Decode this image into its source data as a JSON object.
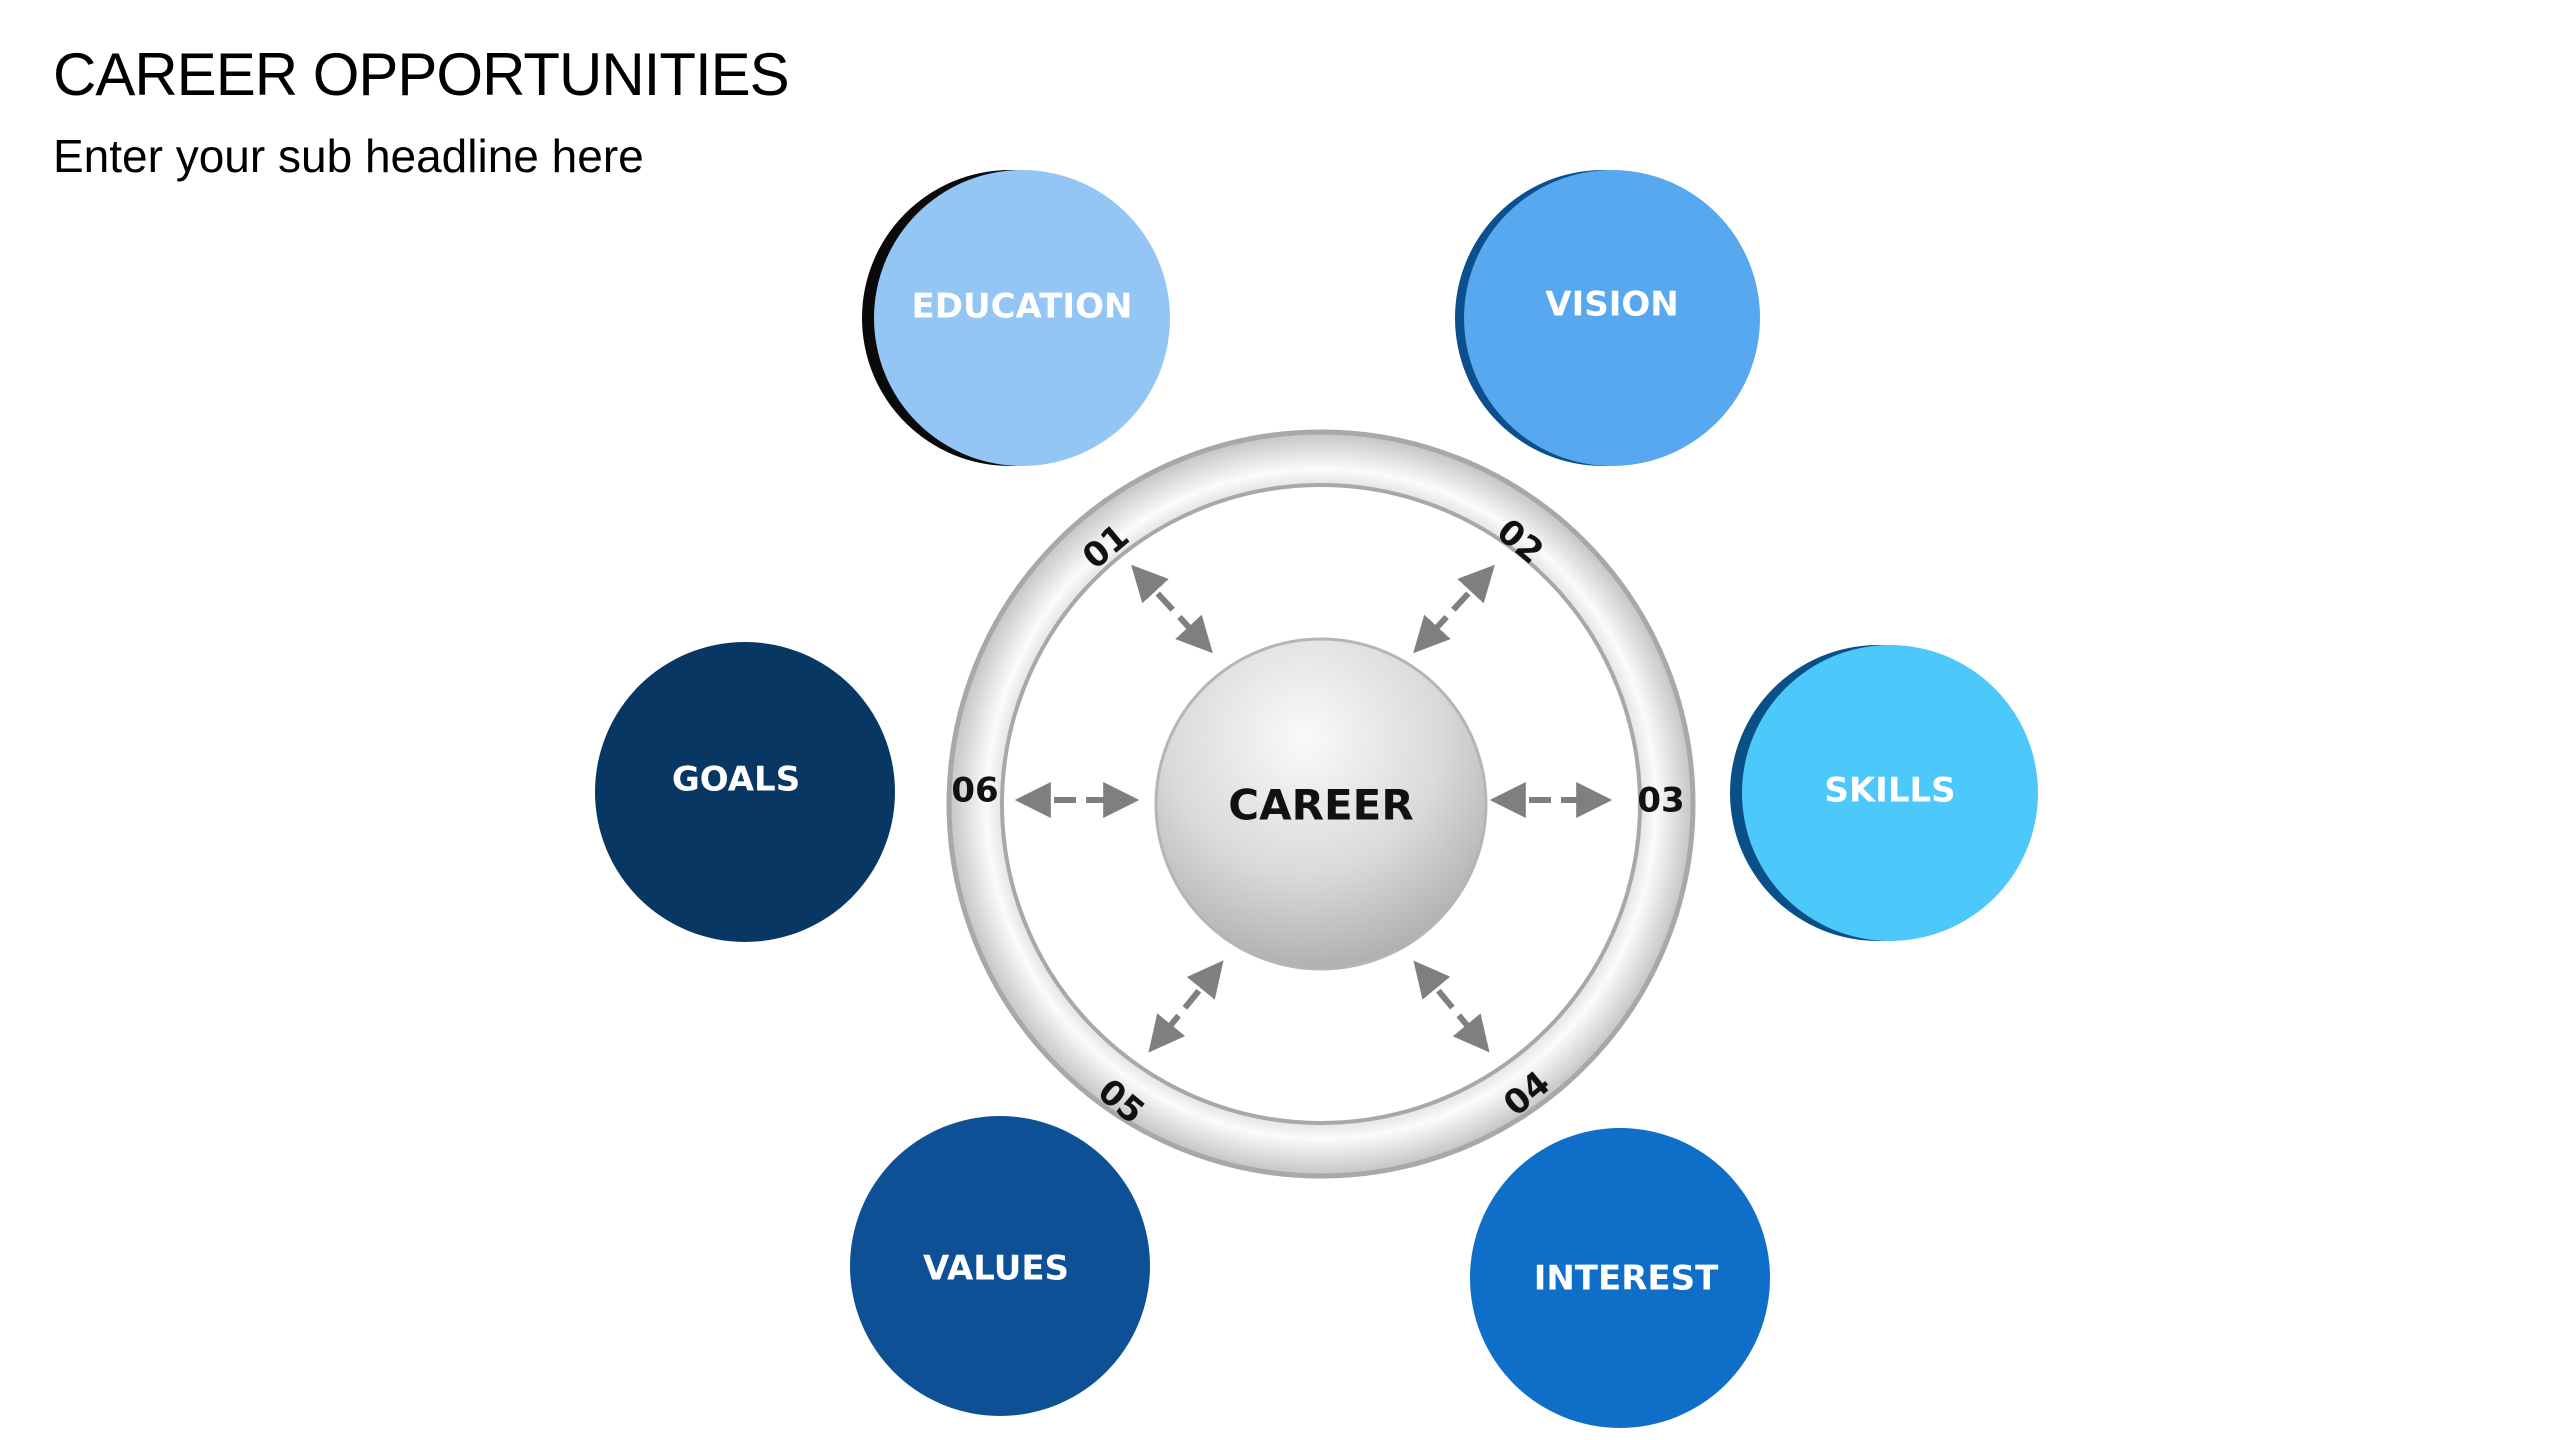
{
  "title": "CAREER OPPORTUNITIES",
  "subtitle": "Enter your sub headline here",
  "center": {
    "label": "CAREER"
  },
  "numbers": [
    "01",
    "02",
    "03",
    "04",
    "05",
    "06"
  ],
  "bubbles": [
    {
      "label": "EDUCATION",
      "color": "#93c5f5",
      "shadow": "#0a0a0a"
    },
    {
      "label": "VISION",
      "color": "#57a8ee",
      "shadow": "#0b4f8f"
    },
    {
      "label": "SKILLS",
      "color": "#4dc8fb",
      "shadow": "#0a4f86"
    },
    {
      "label": "INTEREST",
      "color": "#0f6ec7",
      "shadow": "#0f6ec7"
    },
    {
      "label": "VALUES",
      "color": "#0d5096",
      "shadow": "#0d5096"
    },
    {
      "label": "GOALS",
      "color": "#083763",
      "shadow": "#083763"
    }
  ],
  "colors": {
    "ring": "#dcdcdc",
    "ring_edge": "#a8a8a8",
    "arrow": "#7f7f7f",
    "sphere_light": "#f4f4f4",
    "sphere_dark": "#a9a9a9"
  }
}
